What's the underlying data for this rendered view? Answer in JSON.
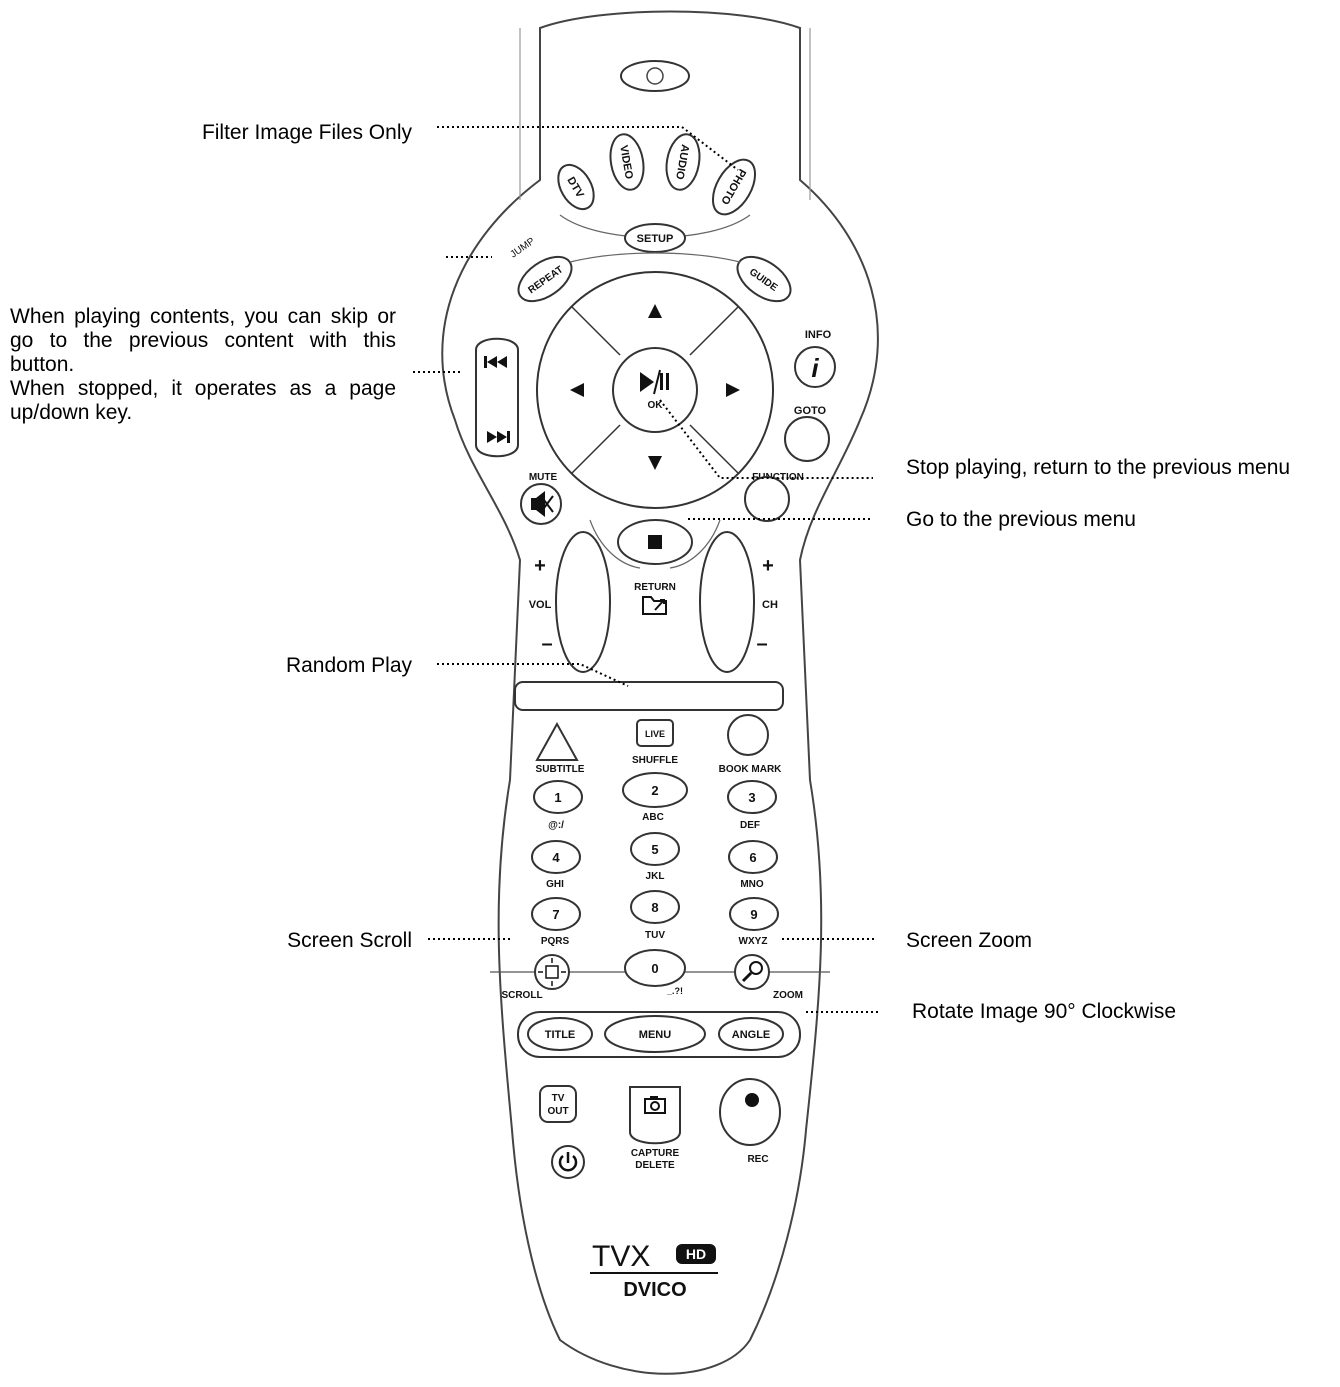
{
  "callouts": {
    "filter_image": "Filter Image Files Only",
    "skip_line1": "When playing contents, you can skip or go to the previous content with this button.",
    "skip_line2": "When stopped, it operates as a page up/down key.",
    "stop_playing": "Stop playing, return to the previous menu",
    "previous_menu": "Go to the previous menu",
    "random_play": "Random Play",
    "screen_scroll": "Screen Scroll",
    "screen_zoom": "Screen Zoom",
    "rotate_image": "Rotate Image 90° Clockwise"
  },
  "remote": {
    "top_row": [
      "DTV",
      "VIDEO",
      "AUDIO",
      "PHOTO"
    ],
    "setup": "SETUP",
    "jump": "JUMP",
    "repeat": "REPEAT",
    "guide": "GUIDE",
    "info": "INFO",
    "info_glyph": "i",
    "goto": "GOTO",
    "ok": "OK",
    "function": "FUNCTION",
    "mute": "MUTE",
    "return": "RETURN",
    "vol": "VOL",
    "ch": "CH",
    "plus": "+",
    "minus": "–",
    "live": "LIVE",
    "subtitle": "SUBTITLE",
    "shuffle": "SHUFFLE",
    "bookmark": "BOOK MARK",
    "digits": [
      "1",
      "2",
      "3",
      "4",
      "5",
      "6",
      "7",
      "8",
      "9"
    ],
    "letters": [
      "@:/",
      "ABC",
      "DEF",
      "GHI",
      "JKL",
      "MNO",
      "PQRS",
      "TUV",
      "WXYZ"
    ],
    "zero": "0",
    "zero_sub": "_.?!",
    "scroll": "SCROLL",
    "zoom": "ZOOM",
    "title": "TITLE",
    "menu": "MENU",
    "angle": "ANGLE",
    "tv_out_1": "TV",
    "tv_out_2": "OUT",
    "capture": "CAPTURE",
    "delete": "DELETE",
    "rec": "REC",
    "brand_main": "TVX",
    "brand_badge": "HD",
    "brand_maker": "DVICO"
  }
}
